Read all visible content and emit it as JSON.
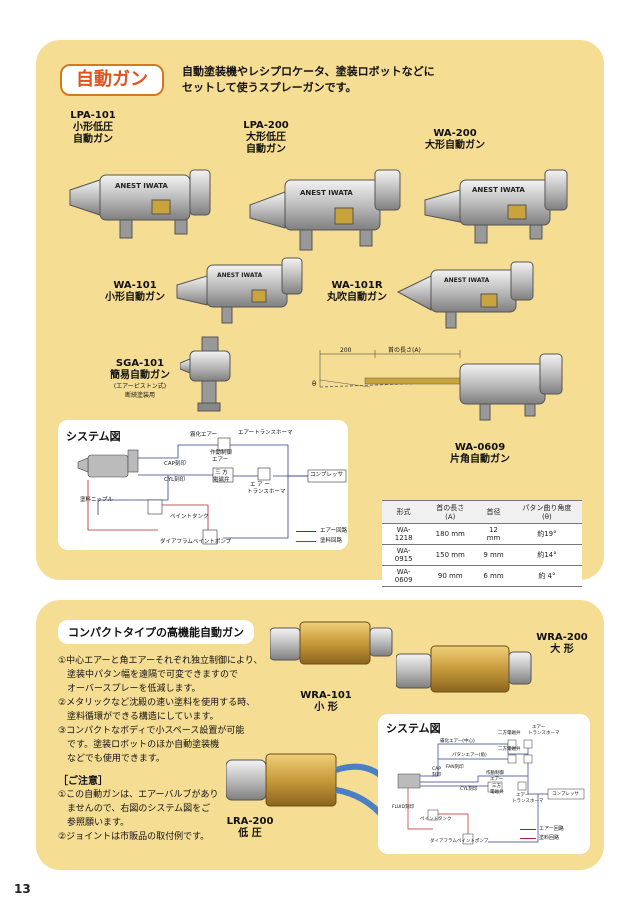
{
  "section1": {
    "badge": "自動ガン",
    "intro_lines": [
      "自動塗装機やレシプロケータ、塗装ロボットなどに",
      "セットして使うスプレーガンです。"
    ],
    "guns": [
      {
        "model": "LPA-101",
        "lines": [
          "小形低圧",
          "自動ガン"
        ]
      },
      {
        "model": "LPA-200",
        "lines": [
          "大形低圧",
          "自動ガン"
        ]
      },
      {
        "model": "WA-200",
        "lines": [
          "大形自動ガン"
        ]
      },
      {
        "model": "WA-101",
        "lines": [
          "小形自動ガン"
        ]
      },
      {
        "model": "WA-101R",
        "lines": [
          "丸吹自動ガン"
        ]
      },
      {
        "model": "SGA-101",
        "lines": [
          "簡易自動ガン"
        ],
        "notes": [
          "(エアーピストン式)",
          "断続塗装用"
        ]
      },
      {
        "model": "WA-0609",
        "lines": [
          "片角自動ガン"
        ]
      }
    ],
    "gun_brand": "ANEST IWATA",
    "dimension": {
      "left": "200",
      "right": "首の長さ(A)",
      "angle": "θ"
    },
    "system": {
      "title": "システム図",
      "labels": {
        "spray_air": "霧化エアー",
        "air_transformer": "エアートランスホーマ",
        "operation_air": "作動制御",
        "operation_air2": "エアー",
        "cap": "CAP刻印",
        "cyl": "CYL刻印",
        "three_way": "三 方",
        "solenoid": "電磁弁",
        "air_transformer2a": "エ ア ー",
        "air_transformer2b": "トランスホーマ",
        "compressor": "コンプレッサ",
        "paint_nipple": "塗料ニップル",
        "paint_tank": "ペイントタンク",
        "pump": "ダイアフラムペイントポンプ"
      },
      "legend": {
        "air": "エアー回路",
        "paint": "塗料回路"
      }
    },
    "table": {
      "headers": [
        "形式",
        "首の長さ(A)",
        "首径",
        "パタン曲り角度(θ)"
      ],
      "rows": [
        [
          "WA-1218",
          "180 mm",
          "12 mm",
          "約19°"
        ],
        [
          "WA-0915",
          "150 mm",
          "9 mm",
          "約14°"
        ],
        [
          "WA-0609",
          "90 mm",
          "6 mm",
          "約 4°"
        ]
      ]
    }
  },
  "section2": {
    "heading": "コンパクトタイプの高機能自動ガン",
    "points": [
      "①中心エアーと角エアーそれぞれ独立制御により、",
      "　塗装中パタン幅を遠隔で可変できますので",
      "　オーバースプレーを低減します。",
      "②メタリックなど沈殿の速い塗料を使用する時、",
      "　塗料循環ができる構造にしています。",
      "③コンパクトなボディで小スペース設置が可能",
      "　です。塗装ロボットのほか自動塗装機",
      "　などでも使用できます。"
    ],
    "caution_title": "［ご注意］",
    "cautions": [
      "①この自動ガンは、エアーバルブがあり",
      "　ませんので、右図のシステム図をご",
      "　参照願います。",
      "②ジョイントは市販品の取付例です。"
    ],
    "guns": [
      {
        "model": "WRA-200",
        "line": "大 形"
      },
      {
        "model": "WRA-101",
        "line": "小 形"
      },
      {
        "model": "LRA-200",
        "line": "低 圧"
      }
    ],
    "system": {
      "title": "システム図",
      "labels": {
        "center_air": "霧化エアー(中心)",
        "two_way1": "二方電磁弁",
        "air_trans1a": "エアー",
        "air_trans1b": "トランスホーマ",
        "pattern_air": "パタンエアー(角)",
        "two_way2": "二方電磁弁",
        "fan": "FAN刻印",
        "operation": "作動制御",
        "operation2": "エアー",
        "cap": "CAP",
        "cap2": "刻印",
        "cyl": "CYL刻印",
        "three_way": "三方",
        "solenoid": "電磁弁",
        "air_trans2a": "エアー",
        "air_trans2b": "トランスホーマ",
        "compressor": "コンプレッサ",
        "fluid": "FLUID刻印",
        "paint_tank": "ペイントタンク",
        "pump": "ダイアフラムペイントポンプ"
      },
      "legend": {
        "air": "エアー回路",
        "paint": "塗料回路"
      }
    }
  },
  "page_number": "13"
}
